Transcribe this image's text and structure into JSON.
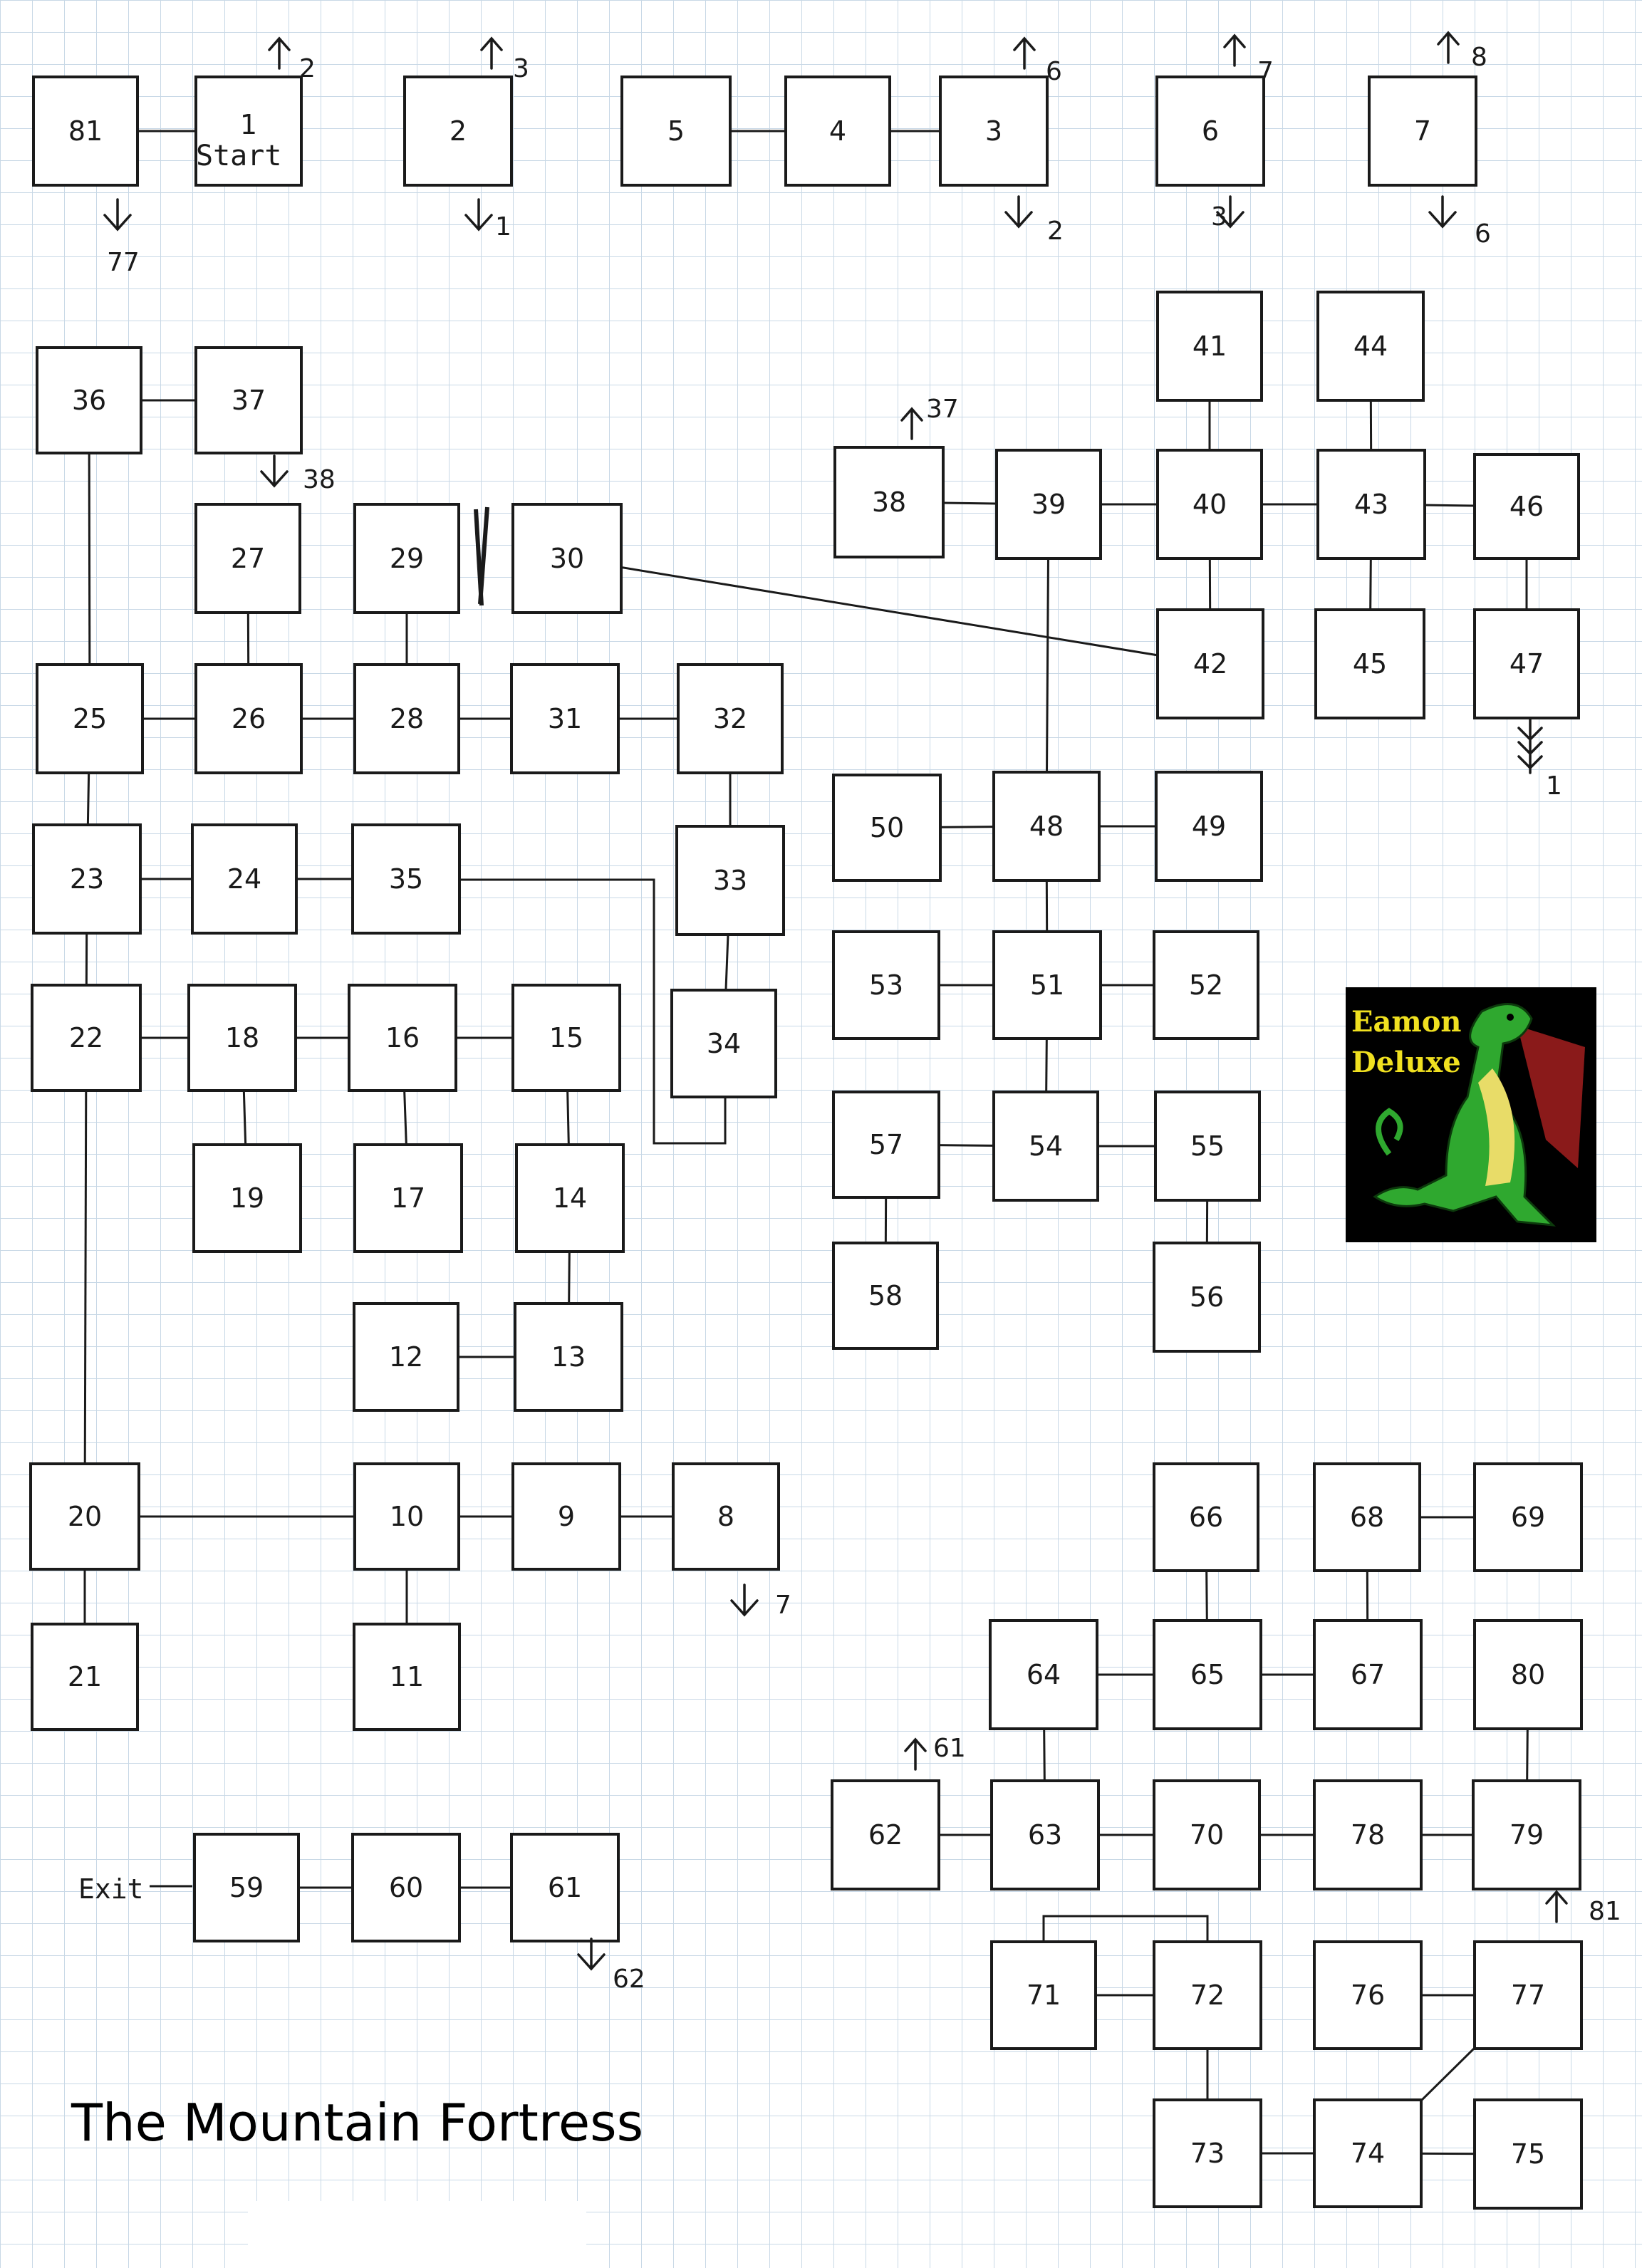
{
  "title": "The Mountain Fortress",
  "start_label": "Start",
  "exit_label": "Exit",
  "logo": {
    "line1": "Eamon",
    "line2": "Deluxe"
  },
  "colors": {
    "ink": "#1a1a1a",
    "grid": "#c8d8e6",
    "logo_bg": "#000000",
    "logo_text": "#f0e020",
    "dragon": "#2fa82f",
    "wing": "#8a1a1a"
  },
  "rooms": [
    "81",
    "1",
    "2",
    "5",
    "4",
    "3",
    "6",
    "7",
    "36",
    "37",
    "41",
    "44",
    "38",
    "39",
    "40",
    "43",
    "46",
    "27",
    "29",
    "30",
    "42",
    "45",
    "47",
    "25",
    "26",
    "28",
    "31",
    "32",
    "50",
    "48",
    "49",
    "23",
    "24",
    "35",
    "33",
    "53",
    "51",
    "52",
    "22",
    "18",
    "16",
    "15",
    "34",
    "57",
    "54",
    "55",
    "19",
    "17",
    "14",
    "58",
    "56",
    "12",
    "13",
    "20",
    "10",
    "9",
    "8",
    "66",
    "68",
    "69",
    "21",
    "11",
    "64",
    "65",
    "67",
    "80",
    "62",
    "63",
    "70",
    "78",
    "79",
    "59",
    "60",
    "61",
    "71",
    "72",
    "76",
    "77",
    "73",
    "74",
    "75"
  ],
  "stairs": [
    "2",
    "3",
    "6",
    "7",
    "8",
    "77",
    "1",
    "2",
    "3",
    "6",
    "37",
    "38",
    "1",
    "7",
    "61",
    "62",
    "81"
  ]
}
